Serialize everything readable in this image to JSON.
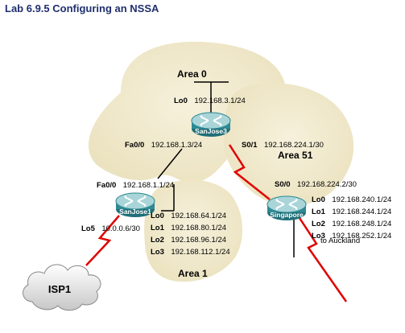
{
  "title": "Lab 6.9.5 Configuring an NSSA",
  "colors": {
    "area_fill": "#f1ead0",
    "router_body": "#2e8a93",
    "router_top": "#a9d5d9",
    "serial_link": "#e00000",
    "ethernet_link": "#000000",
    "title_color": "#1f2f6e"
  },
  "areas": {
    "area0": "Area 0",
    "area51": "Area 51",
    "area1": "Area 1"
  },
  "routers": {
    "sanjose3": {
      "name": "SanJose3",
      "lo0": {
        "prefix": "Lo0",
        "addr": "192.168.3.1/24"
      },
      "fa00": {
        "prefix": "Fa0/0",
        "addr": "192.168.1.3/24"
      },
      "s01": {
        "prefix": "S0/1",
        "addr": "192.168.224.1/30"
      }
    },
    "sanjose1": {
      "name": "SanJose1",
      "fa00": {
        "prefix": "Fa0/0",
        "addr": "192.168.1.1/24"
      },
      "lo5": {
        "prefix": "Lo5",
        "addr": "10.0.0.6/30"
      },
      "loopbacks": [
        {
          "prefix": "Lo0",
          "addr": "192.168.64.1/24"
        },
        {
          "prefix": "Lo1",
          "addr": "192.168.80.1/24"
        },
        {
          "prefix": "Lo2",
          "addr": "192.168.96.1/24"
        },
        {
          "prefix": "Lo3",
          "addr": "192.168.112.1/24"
        }
      ]
    },
    "singapore": {
      "name": "Singapore",
      "s00": {
        "prefix": "S0/0",
        "addr": "192.168.224.2/30"
      },
      "loopbacks": [
        {
          "prefix": "Lo0",
          "addr": "192.168.240.1/24"
        },
        {
          "prefix": "Lo1",
          "addr": "192.168.244.1/24"
        },
        {
          "prefix": "Lo2",
          "addr": "192.168.248.1/24"
        },
        {
          "prefix": "Lo3",
          "addr": "192.168.252.1/24"
        }
      ]
    }
  },
  "isp": "ISP1",
  "auckland": "to Auckland",
  "icons": {
    "router": "router-icon",
    "cloud": "cloud-icon",
    "serial": "serial-link-icon"
  }
}
